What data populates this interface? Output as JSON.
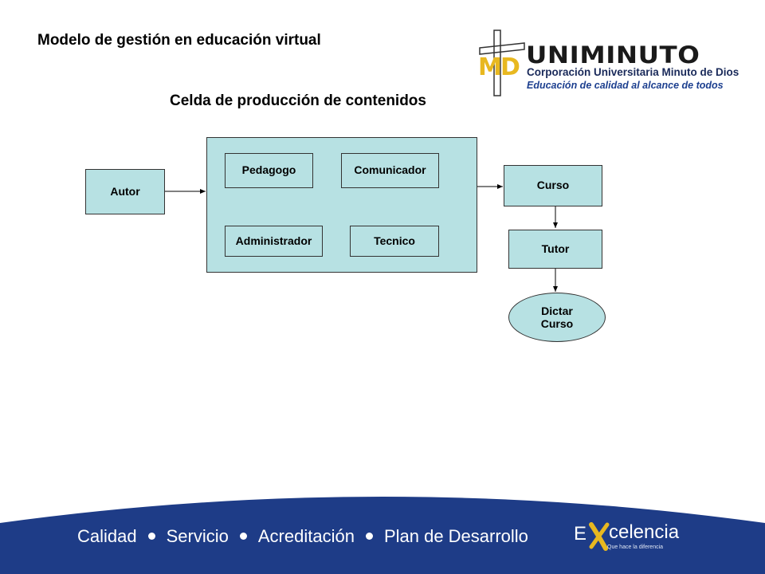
{
  "header": {
    "title": "Modelo de gestión en educación virtual",
    "diagram_title": "Celda de producción de contenidos"
  },
  "logo": {
    "name": "UNIMINUTO",
    "corporation": "Corporación Universitaria Minuto de Dios",
    "slogan": "Educación de calidad al alcance de todos"
  },
  "diagram": {
    "nodes": {
      "autor": "Autor",
      "pedagogo": "Pedagogo",
      "comunicador": "Comunicador",
      "administrador": "Administrador",
      "tecnico": "Tecnico",
      "curso": "Curso",
      "tutor": "Tutor",
      "dictar_curso": "Dictar\nCurso"
    }
  },
  "footer": {
    "items": [
      "Calidad",
      "Servicio",
      "Acreditación",
      "Plan de Desarrollo"
    ],
    "brand_letter": "E",
    "brand_rest": "celencia",
    "brand_sub": "Que hace la diferencia"
  },
  "colors": {
    "box_fill": "#b7e1e3",
    "footer_blue": "#1e3c87",
    "accent_yellow": "#e8b820"
  }
}
